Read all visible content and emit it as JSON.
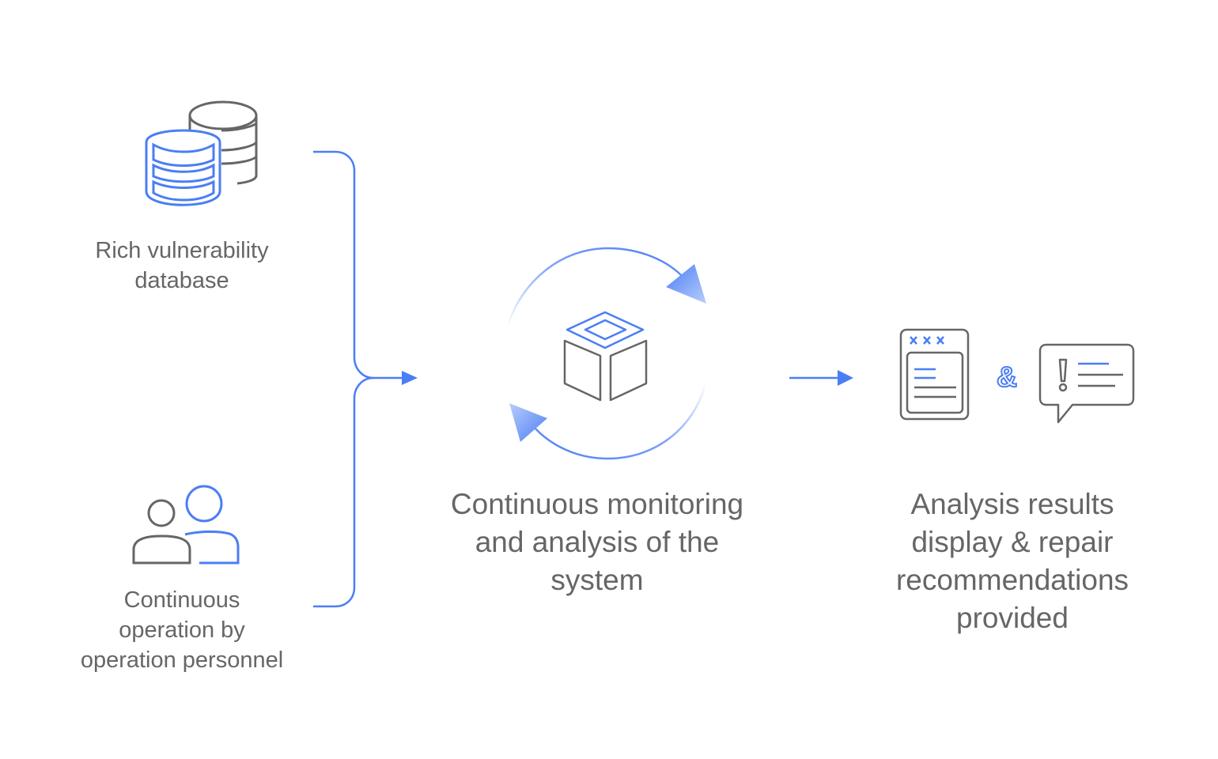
{
  "colors": {
    "accent": "#4a7ef5",
    "stroke_gray": "#666666",
    "text": "#666666",
    "background": "#ffffff"
  },
  "inputs": [
    {
      "id": "vulnerability-database",
      "icon": "database-stack-icon",
      "label_lines": [
        "Rich vulnerability",
        "database"
      ]
    },
    {
      "id": "operation-personnel",
      "icon": "users-icon",
      "label_lines": [
        "Continuous",
        "operation by",
        "operation personnel"
      ]
    }
  ],
  "process": {
    "icon": "cube-cycle-icon",
    "label_lines": [
      "Continuous monitoring",
      "and analysis of the",
      "system"
    ]
  },
  "output": {
    "icons": [
      "report-window-icon",
      "ampersand-icon",
      "alert-message-icon"
    ],
    "ampersand": "&",
    "label_lines": [
      "Analysis results",
      "display & repair",
      "recommendations",
      "provided"
    ]
  },
  "connectors": [
    {
      "from": "inputs",
      "to": "process",
      "type": "bracket-arrow"
    },
    {
      "from": "process",
      "to": "output",
      "type": "arrow"
    }
  ]
}
